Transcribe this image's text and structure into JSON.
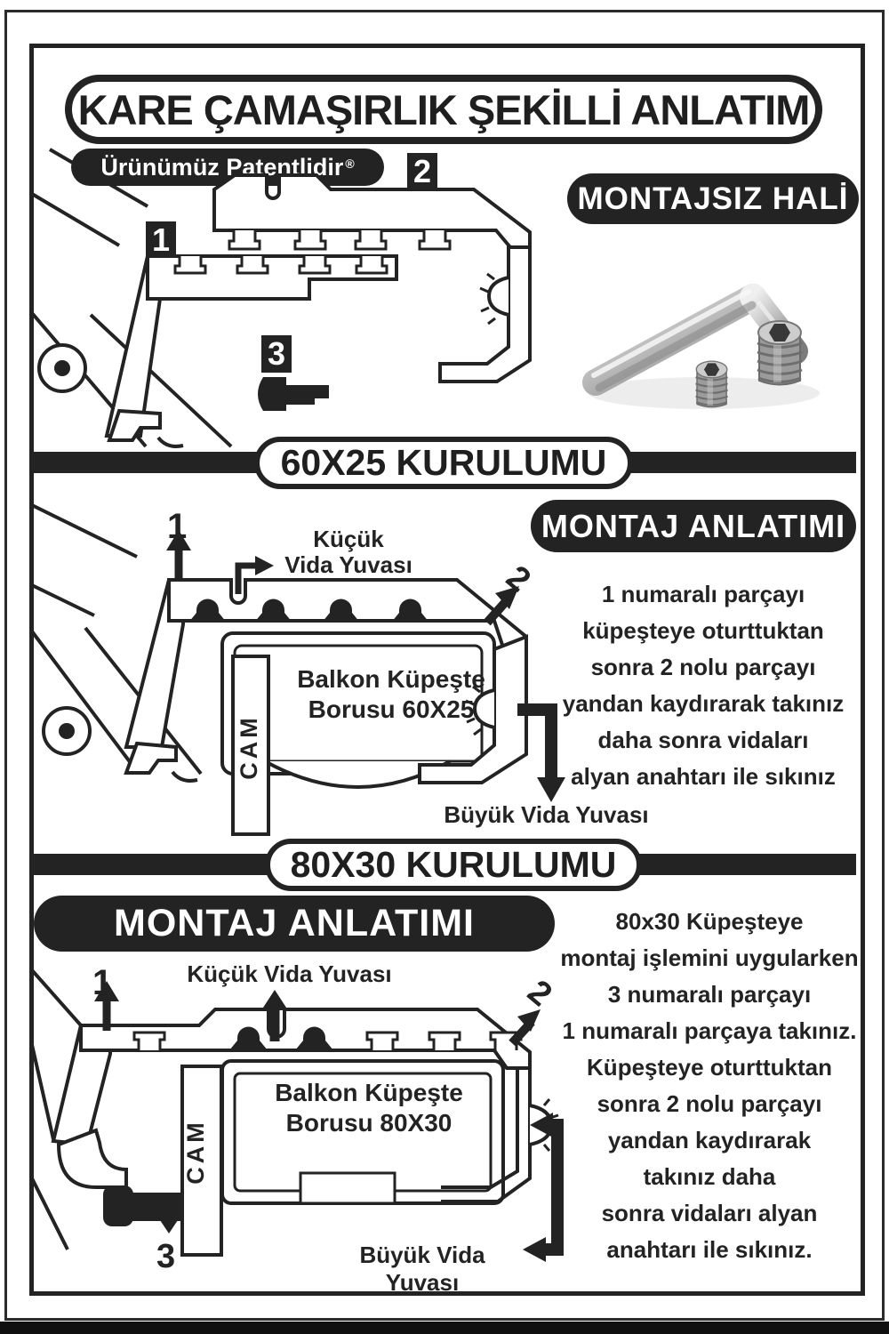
{
  "colors": {
    "ink": "#232323",
    "paper": "#ffffff"
  },
  "header": {
    "title": "KARE ÇAMAŞIRLIK ŞEKİLLİ ANLATIM",
    "patent": "Ürünümüz Patentlidir",
    "reg": "®",
    "unassembled_heading": "MONTAJSIZ HALİ",
    "parts": {
      "p1": "1",
      "p2": "2",
      "p3": "3"
    }
  },
  "section60": {
    "band": "60X25 KURULUMU",
    "heading": "MONTAJ ANLATIMI",
    "labels": {
      "p1": "1",
      "p2": "2",
      "small_l1": "Küçük",
      "small_l2": "Vida Yuvası",
      "pipe_l1": "Balkon Küpeşte",
      "pipe_l2": "Borusu 60X25",
      "glass": "CAM",
      "big": "Büyük Vida Yuvası"
    },
    "instructions": [
      "1 numaralı parçayı",
      "küpeşteye oturttuktan",
      "sonra 2 nolu parçayı",
      "yandan kaydırarak takınız",
      "daha sonra vidaları",
      "alyan anahtarı ile sıkınız"
    ]
  },
  "section80": {
    "band": "80X30 KURULUMU",
    "heading": "MONTAJ ANLATIMI",
    "labels": {
      "p1": "1",
      "p2": "2",
      "p3": "3",
      "small": "Küçük Vida Yuvası",
      "pipe_l1": "Balkon Küpeşte",
      "pipe_l2": "Borusu 80X30",
      "glass": "CAM",
      "big": "Büyük Vida Yuvası"
    },
    "instructions": [
      "80x30 Küpeşteye",
      "montaj işlemini uygularken",
      "3 numaralı parçayı",
      "1 numaralı parçaya takınız.",
      "Küpeşteye oturttuktan",
      "sonra 2 nolu parçayı",
      "yandan kaydırarak",
      "takınız daha",
      "sonra vidaları alyan",
      "anahtarı ile sıkınız."
    ]
  }
}
